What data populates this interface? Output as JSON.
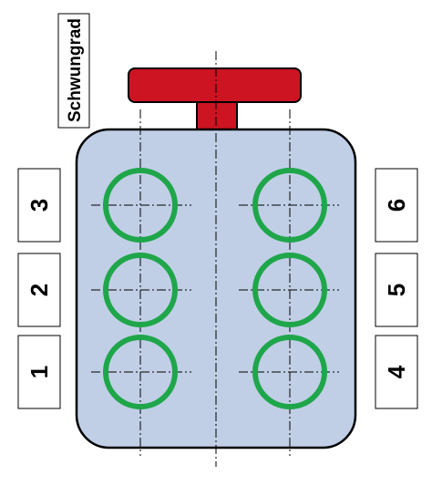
{
  "flywheel_label": "Schwungrad",
  "colors": {
    "block_fill": "#c0cfe6",
    "block_stroke": "#000000",
    "cylinder": "#1fa64a",
    "flywheel": "#cc1422",
    "centerline": "#000000"
  },
  "cylinders": [
    {
      "number": "1",
      "bank": "left",
      "row": "bottom"
    },
    {
      "number": "2",
      "bank": "left",
      "row": "middle"
    },
    {
      "number": "3",
      "bank": "left",
      "row": "top"
    },
    {
      "number": "4",
      "bank": "right",
      "row": "bottom"
    },
    {
      "number": "5",
      "bank": "right",
      "row": "middle"
    },
    {
      "number": "6",
      "bank": "right",
      "row": "top"
    }
  ]
}
